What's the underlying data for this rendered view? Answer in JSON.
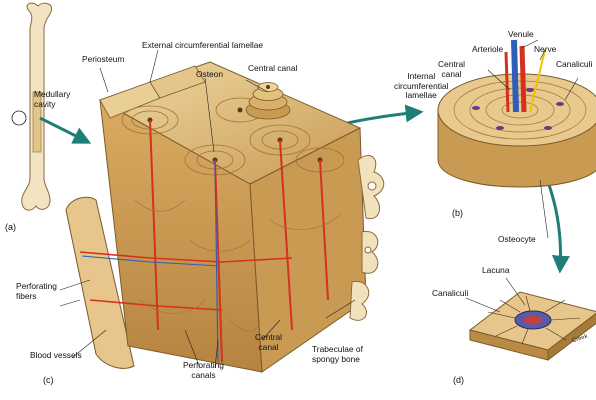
{
  "labels": {
    "medullary_cavity": "Medullary\ncavity",
    "periosteum": "Periosteum",
    "external_lamellae": "External circumferential lamellae",
    "osteon": "Osteon",
    "central_canal_top": "Central canal",
    "perforating_fibers": "Perforating\nfibers",
    "blood_vessels": "Blood vessels",
    "perforating_canals": "Perforating\ncanals",
    "central_canal_bottom": "Central\ncanal",
    "trabeculae": "Trabeculae of\nspongy bone",
    "venule": "Venule",
    "arteriole": "Arteriole",
    "nerve": "Nerve",
    "central_canal_b": "Central\ncanal",
    "internal_lamellae": "Internal\ncircumferential\nlamellae",
    "canaliculi_b": "Canaliculi",
    "osteocyte": "Osteocyte",
    "lacuna": "Lacuna",
    "canaliculi_d": "Canaliculi"
  },
  "panels": {
    "a": "(a)",
    "b": "(b)",
    "c": "(c)",
    "d": "(d)"
  },
  "credit": "Creek",
  "colors": {
    "bone": "#e2bf7a",
    "bone_dark": "#b98b45",
    "bone_light": "#f0d9a4",
    "artery": "#d5311f",
    "vein": "#2e5fb8",
    "nerve": "#f2c200",
    "arrow": "#1f7f78"
  }
}
